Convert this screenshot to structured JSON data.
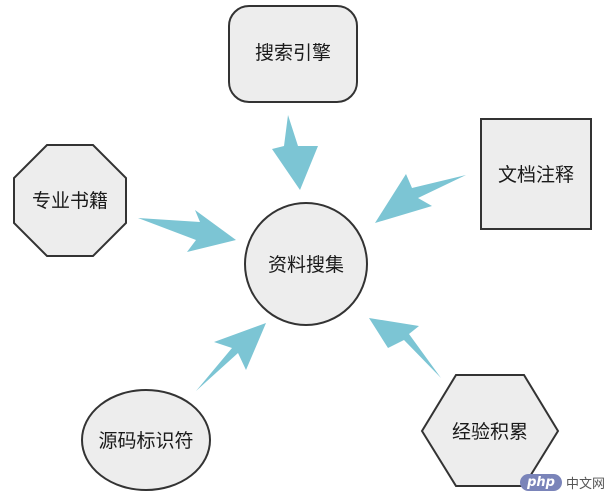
{
  "diagram": {
    "center": "资料搜集",
    "top": "搜索引擎",
    "right_top": "文档注释",
    "left": "专业书籍",
    "bottom_left": "源码标识符",
    "bottom_right": "经验积累"
  },
  "watermark": {
    "badge": "php",
    "text": "中文网"
  },
  "colors": {
    "arrow": "#7cc5d4",
    "node_fill": "#ededed",
    "node_stroke": "#333333"
  }
}
